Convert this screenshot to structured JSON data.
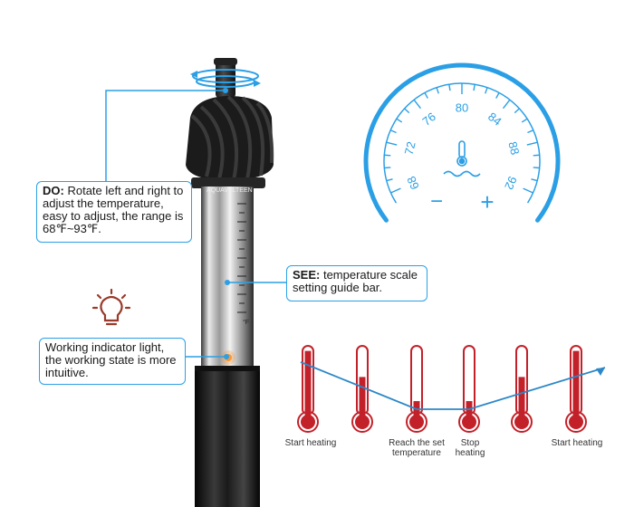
{
  "callouts": {
    "do": {
      "title": "DO:",
      "text": "Rotate left and right to adjust the temperature, easy to adjust, the range is 68℉~93℉."
    },
    "see": {
      "title": "SEE:",
      "text": "temperature scale setting guide bar."
    },
    "indicator": {
      "text": "Working indicator light, the working state is more intuitive."
    }
  },
  "dial": {
    "ticks": [
      "68",
      "72",
      "76",
      "80",
      "84",
      "88",
      "92"
    ],
    "minus": "−",
    "plus": "+",
    "color": "#2b9fe5"
  },
  "cycle": {
    "color": "#c3212a",
    "arrow_color": "#2b87c7",
    "fill_levels": [
      0.95,
      0.55,
      0.18,
      0.18,
      0.55,
      0.95
    ],
    "labels": [
      "Start heating",
      "Reach the set temperature",
      "Stop heating",
      "Start heating"
    ]
  },
  "heater": {
    "brand_text": "AQUAVELTEEN",
    "scale_units": [
      "°F"
    ]
  }
}
